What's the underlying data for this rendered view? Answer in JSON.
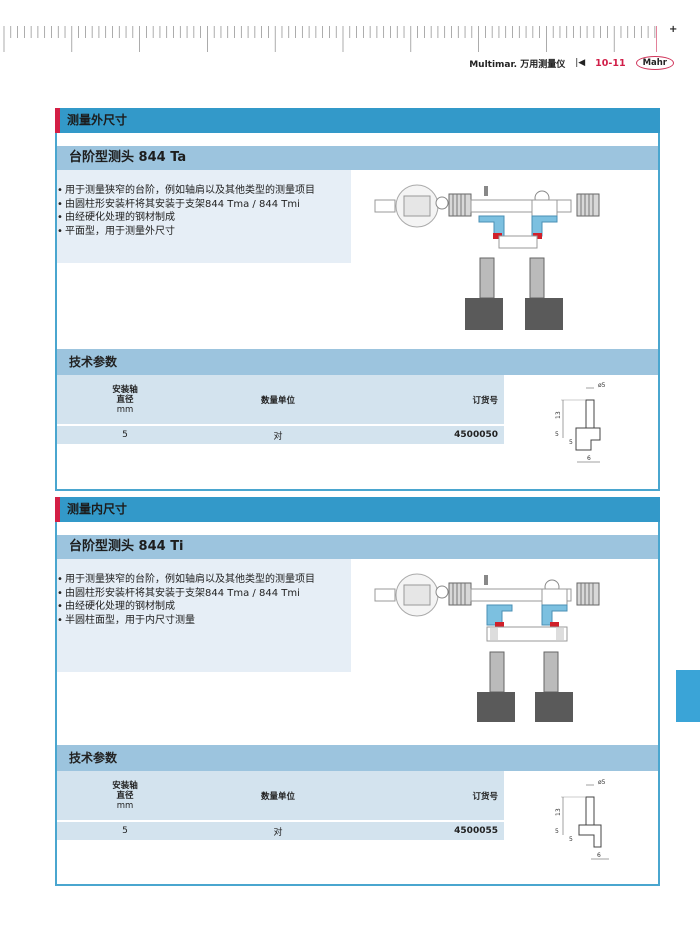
{
  "header": {
    "book_title": "Multimar. 万用测量仪",
    "separator": "|◀",
    "page_number": "10-11",
    "brand": "Mahr"
  },
  "sections": [
    {
      "title": "测量外尺寸",
      "product_title": "台阶型测头 844 Ta",
      "bullets": [
        "用于测量狭窄的台阶，例如轴肩以及其他类型的测量项目",
        "由圆柱形安装杆将其安装于支架844 Tma / 844 Tmi",
        "由经硬化处理的钢材制成",
        "平面型，用于测量外尺寸"
      ],
      "tech_title": "技术参数",
      "table": {
        "headers": {
          "col1_l1": "安装轴",
          "col1_l2": "直径",
          "col1_l3": "mm",
          "col2": "数量单位",
          "col3": "订货号"
        },
        "rows": [
          {
            "diameter": "5",
            "unit": "对",
            "order_no": "4500050"
          }
        ]
      },
      "drawing": {
        "d": "ø5",
        "h1": "13",
        "h2": "5",
        "h3": "5",
        "w": "6"
      }
    },
    {
      "title": "测量内尺寸",
      "product_title": "台阶型测头 844 Ti",
      "bullets": [
        "用于测量狭窄的台阶，例如轴肩以及其他类型的测量项目",
        "由圆柱形安装杆将其安装于支架844 Tma / 844 Tmi",
        "由经硬化处理的钢材制成",
        "半圆柱面型，用于内尺寸测量"
      ],
      "tech_title": "技术参数",
      "table": {
        "headers": {
          "col1_l1": "安装轴",
          "col1_l2": "直径",
          "col1_l3": "mm",
          "col2": "数量单位",
          "col3": "订货号"
        },
        "rows": [
          {
            "diameter": "5",
            "unit": "对",
            "order_no": "4500055"
          }
        ]
      },
      "drawing": {
        "d": "ø5",
        "h1": "13",
        "h2": "5",
        "h3": "5",
        "w": "6"
      }
    }
  ],
  "colors": {
    "section_bar": "#3399c9",
    "section_red": "#d31f45",
    "subheader": "#9cc4de",
    "table_bg": "#d3e3ee",
    "desc_bg": "#e6eef6",
    "frame": "#4aa6cf",
    "page_accent": "#d11e48"
  }
}
